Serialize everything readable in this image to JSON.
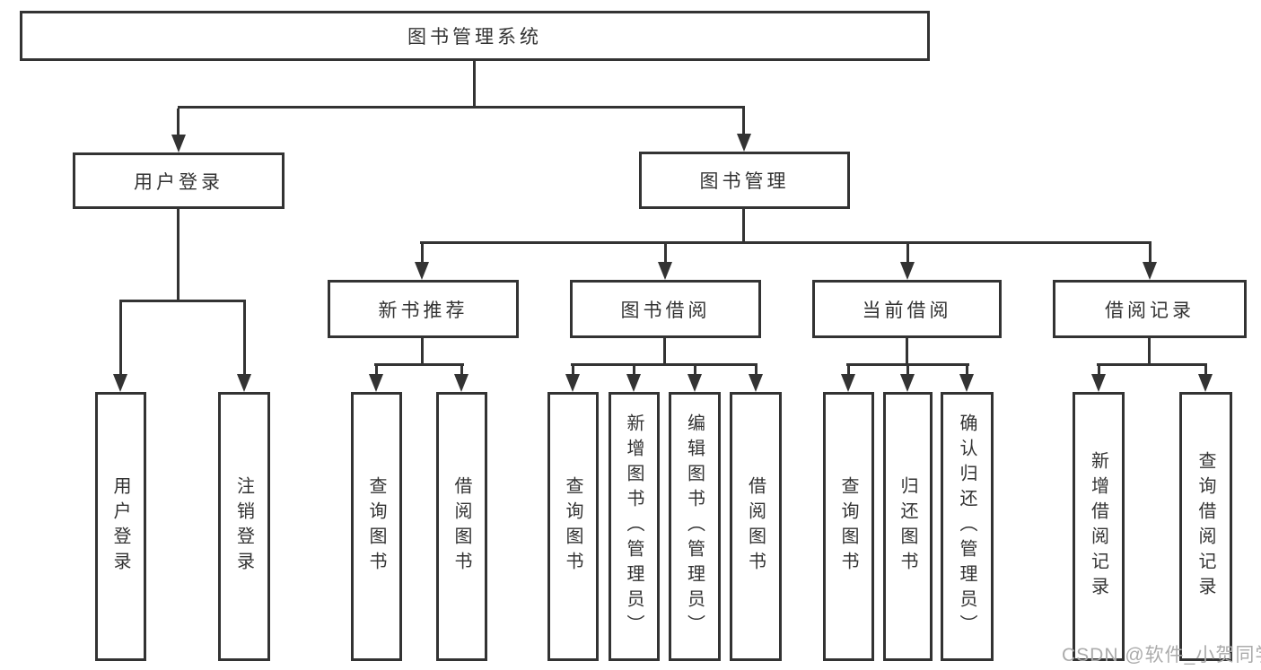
{
  "diagram": {
    "type": "hierarchy-tree",
    "colors": {
      "background": "#ffffff",
      "box_border": "#333333",
      "line": "#333333",
      "text": "#333333",
      "watermark": "#ababab"
    },
    "watermark": {
      "text": "CSDN @软件_小贺同学"
    },
    "tree": {
      "label": "图书管理系统",
      "children": [
        {
          "label": "用户登录",
          "children": [
            {
              "label": "用户登录"
            },
            {
              "label": "注销登录"
            }
          ]
        },
        {
          "label": "图书管理",
          "children": [
            {
              "label": "新书推荐",
              "children": [
                {
                  "label": "查询图书"
                },
                {
                  "label": "借阅图书"
                }
              ]
            },
            {
              "label": "图书借阅",
              "children": [
                {
                  "label": "查询图书"
                },
                {
                  "label": "新增图书（管理员）"
                },
                {
                  "label": "编辑图书（管理员）"
                },
                {
                  "label": "借阅图书"
                }
              ]
            },
            {
              "label": "当前借阅",
              "children": [
                {
                  "label": "查询图书"
                },
                {
                  "label": "归还图书"
                },
                {
                  "label": "确认归还（管理员）"
                }
              ]
            },
            {
              "label": "借阅记录",
              "children": [
                {
                  "label": "新增借阅记录"
                },
                {
                  "label": "查询借阅记录"
                }
              ]
            }
          ]
        }
      ]
    }
  }
}
